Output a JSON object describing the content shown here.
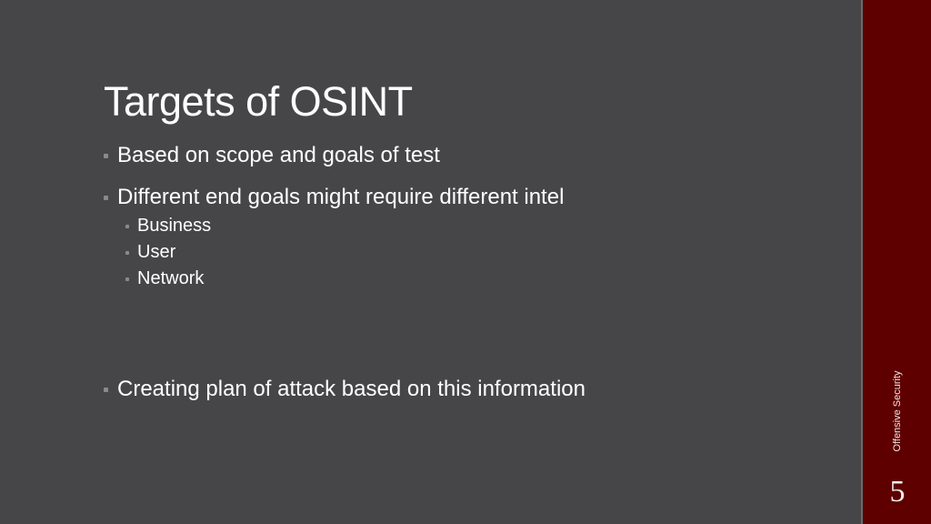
{
  "slide": {
    "title": "Targets of OSINT",
    "bullets": [
      {
        "text": "Based on scope and goals of test"
      },
      {
        "text": "Different end goals might require different intel",
        "subitems": [
          "Business",
          "User",
          "Network"
        ]
      },
      {
        "text": "Creating plan of attack based on this information"
      }
    ]
  },
  "sidebar": {
    "label": "Offensive Security",
    "page_number": "5"
  },
  "colors": {
    "background": "#464648",
    "sidebar": "#5e0000",
    "text": "#ffffff",
    "bullet": "#8a8a8c"
  }
}
